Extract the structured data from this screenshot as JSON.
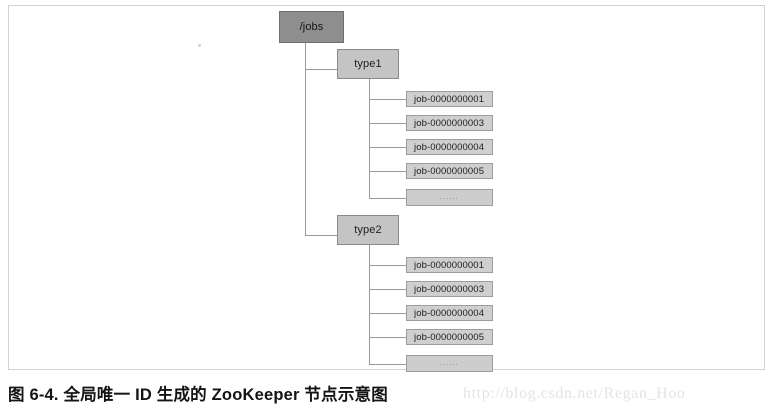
{
  "figure": {
    "caption": "图 6-4.  全局唯一 ID 生成的 ZooKeeper 节点示意图",
    "watermark": "http://blog.csdn.net/Regan_Hoo"
  },
  "tree": {
    "root": {
      "label": "/jobs"
    },
    "branches": [
      {
        "label": "type1",
        "children": [
          {
            "label": "job-0000000001"
          },
          {
            "label": "job-0000000003"
          },
          {
            "label": "job-0000000004"
          },
          {
            "label": "job-0000000005"
          },
          {
            "label": "......"
          }
        ]
      },
      {
        "label": "type2",
        "children": [
          {
            "label": "job-0000000001"
          },
          {
            "label": "job-0000000003"
          },
          {
            "label": "job-0000000004"
          },
          {
            "label": "job-0000000005"
          },
          {
            "label": "......"
          }
        ]
      }
    ]
  },
  "colors": {
    "root_fill": "#8e8e8e",
    "type_fill": "#c4c4c4",
    "job_fill": "#cfcfcf",
    "line": "#9a9a9a",
    "frame": "#d2d2d2",
    "watermark": "#e4e4e4"
  }
}
